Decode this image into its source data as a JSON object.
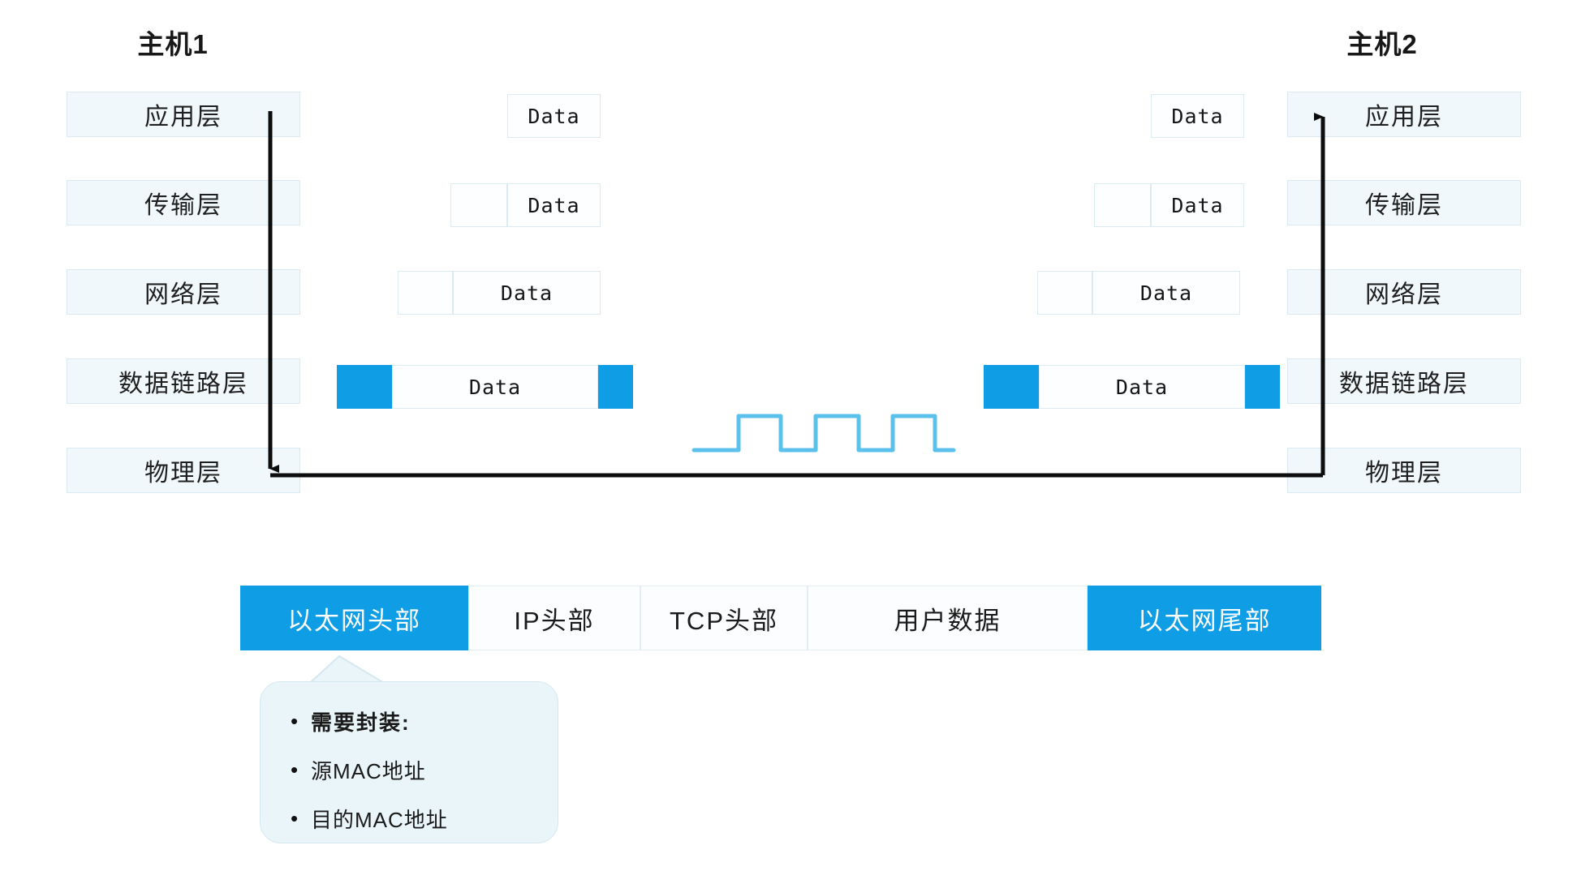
{
  "diagram": {
    "title_left": "主机1",
    "title_right": "主机2",
    "layers": [
      {
        "name": "应用层"
      },
      {
        "name": "传输层"
      },
      {
        "name": "网络层"
      },
      {
        "name": "数据链路层"
      },
      {
        "name": "物理层"
      }
    ],
    "data_label": "Data",
    "signal": {
      "name": "square-wave",
      "pulses": 3,
      "color": "#5bc0eb"
    },
    "colors": {
      "accent_blue": "#0f9ee5",
      "layer_fill": "#f1f8fb",
      "layer_border": "#dbeaf2",
      "pdu_border": "#dcebf2",
      "callout_fill": "#e9f5f9",
      "arrow": "#0d0d0d"
    },
    "pdus_left": [
      {
        "layer": "应用层",
        "cells": [
          {
            "type": "data",
            "label": "Data"
          }
        ]
      },
      {
        "layer": "传输层",
        "cells": [
          {
            "type": "header",
            "label": ""
          },
          {
            "type": "data",
            "label": "Data"
          }
        ]
      },
      {
        "layer": "网络层",
        "cells": [
          {
            "type": "header",
            "label": ""
          },
          {
            "type": "data",
            "label": "Data"
          }
        ]
      },
      {
        "layer": "数据链路层",
        "cells": [
          {
            "type": "blue-header",
            "label": ""
          },
          {
            "type": "data",
            "label": "Data"
          },
          {
            "type": "blue-trailer",
            "label": ""
          }
        ]
      }
    ],
    "pdus_right": [
      {
        "layer": "应用层",
        "cells": [
          {
            "type": "data",
            "label": "Data"
          }
        ]
      },
      {
        "layer": "传输层",
        "cells": [
          {
            "type": "header",
            "label": ""
          },
          {
            "type": "data",
            "label": "Data"
          }
        ]
      },
      {
        "layer": "网络层",
        "cells": [
          {
            "type": "header",
            "label": ""
          },
          {
            "type": "data",
            "label": "Data"
          }
        ]
      },
      {
        "layer": "数据链路层",
        "cells": [
          {
            "type": "blue-header",
            "label": ""
          },
          {
            "type": "data",
            "label": "Data"
          },
          {
            "type": "blue-trailer",
            "label": ""
          }
        ]
      }
    ]
  },
  "encapsulation": {
    "cells": [
      {
        "label": "以太网头部",
        "highlight": true
      },
      {
        "label": "IP头部",
        "highlight": false
      },
      {
        "label": "TCP头部",
        "highlight": false
      },
      {
        "label": "用户数据",
        "highlight": false
      },
      {
        "label": "以太网尾部",
        "highlight": true
      }
    ]
  },
  "callout": {
    "lines": [
      {
        "bullet": "•",
        "text": "需要封装:",
        "bold": true
      },
      {
        "bullet": "•",
        "text": "源MAC地址",
        "bold": false
      },
      {
        "bullet": "•",
        "text": "目的MAC地址",
        "bold": false
      }
    ]
  }
}
